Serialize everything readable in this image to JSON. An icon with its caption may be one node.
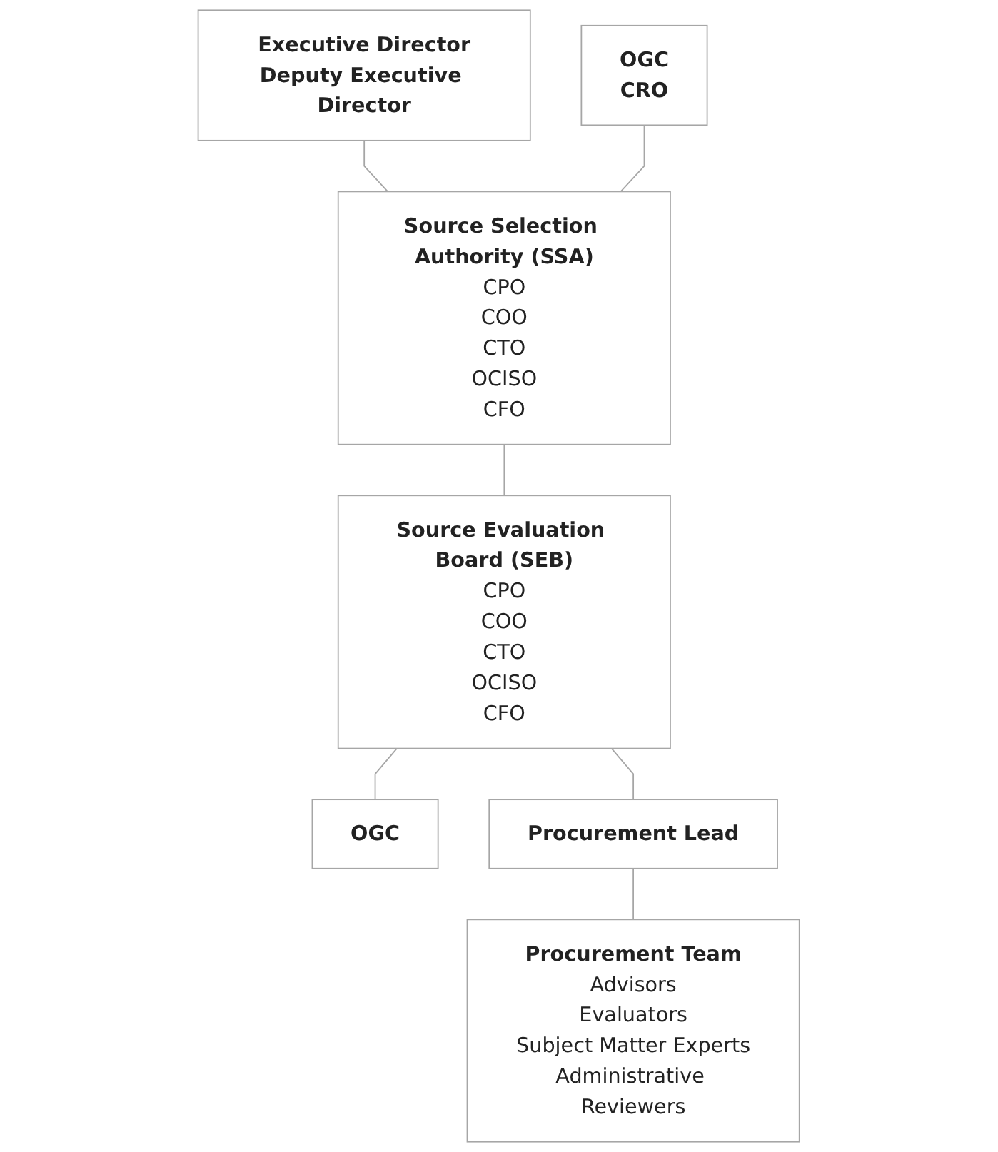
{
  "diagram": {
    "nodes": [
      {
        "text": [
          "Executive Director",
          "Deputy Executive Director"
        ]
      },
      {
        "text": [
          "Source Selection Authority (SSA)",
          "CPO",
          "COO",
          "CTO",
          "OCISO",
          "CFO"
        ]
      },
      {
        "text": [
          "OGC",
          "CRO"
        ]
      },
      {
        "text": [
          "Source Evaluation Board (SEB)",
          "CPO",
          "COO",
          "CTO",
          "OCISO",
          "CFO"
        ]
      },
      {
        "text": [
          "OGC"
        ]
      },
      {
        "text": [
          "Procurement Lead"
        ]
      },
      {
        "text": [
          "Procurement Team",
          "Advisors",
          "Evaluators",
          "Subject Matter Experts",
          "Administrative Reviewers"
        ]
      }
    ],
    "edges": [
      {
        "from": 0,
        "to": 1,
        "arrow": "none"
      },
      {
        "from": 2,
        "to": 1,
        "arrow": "none"
      },
      {
        "from": 1,
        "to": 3,
        "arrow": "none"
      },
      {
        "from": 3,
        "to": 4,
        "arrow": "none"
      },
      {
        "from": 3,
        "to": 5,
        "arrow": "none"
      },
      {
        "from": 5,
        "to": 6,
        "arrow": "none"
      }
    ]
  }
}
